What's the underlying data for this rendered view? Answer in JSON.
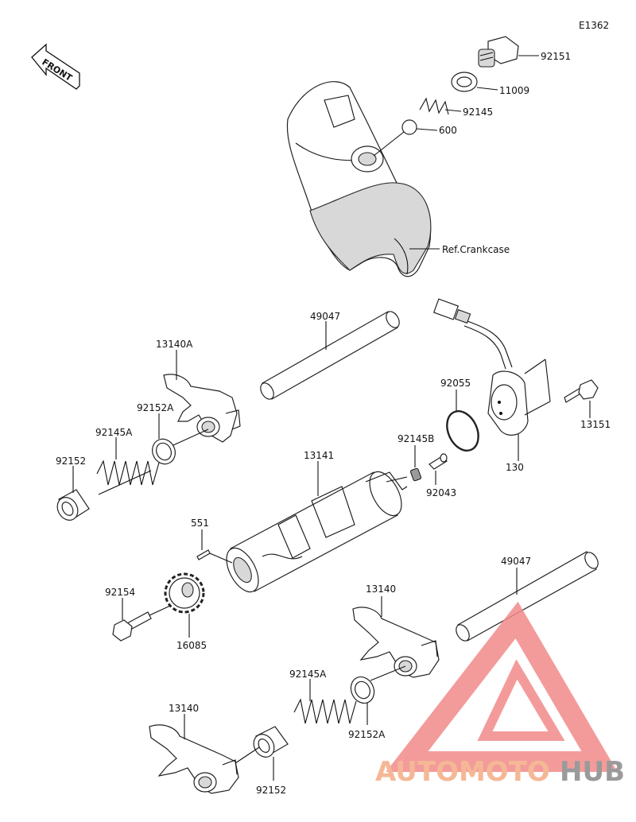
{
  "diagram_code": "E1362",
  "front_label": "FRONT",
  "reference_label": "Ref.Crankcase",
  "watermark": {
    "part1": "AUTOMOTO",
    "part2": "HUB",
    "color1": "#f5b896",
    "color2": "#9a9a9a",
    "triangle_color": "#f28a8a"
  },
  "callouts": [
    {
      "id": "c-92151",
      "text": "92151"
    },
    {
      "id": "c-11009",
      "text": "11009"
    },
    {
      "id": "c-92145-top",
      "text": "92145"
    },
    {
      "id": "c-600",
      "text": "600"
    },
    {
      "id": "c-49047-top",
      "text": "49047"
    },
    {
      "id": "c-13140a",
      "text": "13140A"
    },
    {
      "id": "c-92152a-left",
      "text": "92152A"
    },
    {
      "id": "c-92145a-left",
      "text": "92145A"
    },
    {
      "id": "c-92152-left",
      "text": "92152"
    },
    {
      "id": "c-92055",
      "text": "92055"
    },
    {
      "id": "c-130",
      "text": "130"
    },
    {
      "id": "c-13151",
      "text": "13151"
    },
    {
      "id": "c-92145b",
      "text": "92145B"
    },
    {
      "id": "c-92043",
      "text": "92043"
    },
    {
      "id": "c-13141",
      "text": "13141"
    },
    {
      "id": "c-551",
      "text": "551"
    },
    {
      "id": "c-92154",
      "text": "92154"
    },
    {
      "id": "c-16085",
      "text": "16085"
    },
    {
      "id": "c-49047-bottom",
      "text": "49047"
    },
    {
      "id": "c-13140-right",
      "text": "13140"
    },
    {
      "id": "c-92145a-bottom",
      "text": "92145A"
    },
    {
      "id": "c-92152a-bottom",
      "text": "92152A"
    },
    {
      "id": "c-13140-bottom",
      "text": "13140"
    },
    {
      "id": "c-92152-bottom",
      "text": "92152"
    }
  ]
}
